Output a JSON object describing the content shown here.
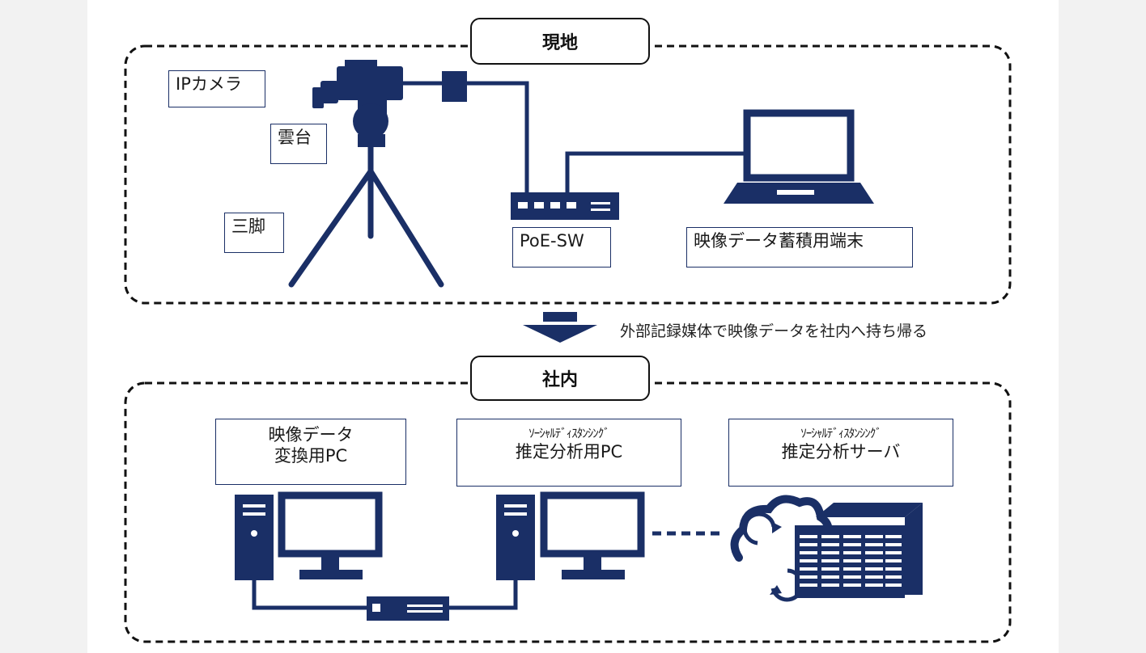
{
  "sections": {
    "site": {
      "title": "現地"
    },
    "office": {
      "title": "社内"
    }
  },
  "site": {
    "labels": {
      "ip_camera": "IPカメラ",
      "pan_tilt": "雲台",
      "tripod": "三脚",
      "poe_switch": "PoE-SW",
      "storage_terminal": "映像データ蓄積用端末"
    }
  },
  "transfer_note": "外部記録媒体で映像データを社内へ持ち帰る",
  "office": {
    "labels": {
      "conversion_pc_line1": "映像データ",
      "conversion_pc_line2": "変換用PC",
      "analysis_pc_line1": "ｿｰｼｬﾙﾃﾞｨｽﾀﾝｼﾝｸﾞ",
      "analysis_pc_line2": "推定分析用PC",
      "analysis_server_line1": "ｿｰｼｬﾙﾃﾞｨｽﾀﾝｼﾝｸﾞ",
      "analysis_server_line2": "推定分析サーバ"
    }
  },
  "colors": {
    "navy": "#1a2f66",
    "border": "#111111"
  }
}
